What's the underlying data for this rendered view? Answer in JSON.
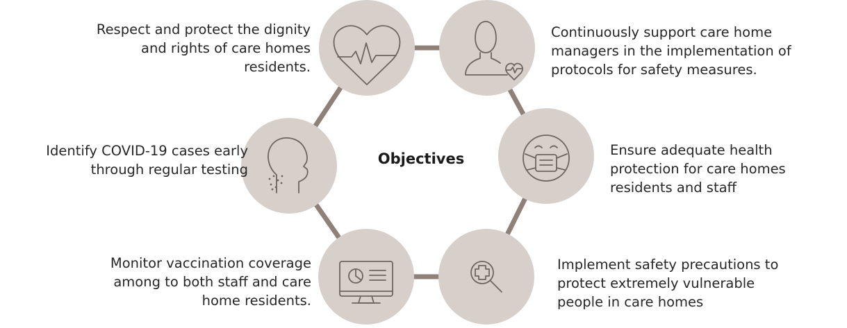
{
  "diagram": {
    "center_label": "Objectives",
    "colors": {
      "node_fill": "#d6cfca",
      "connector": "#8f8078",
      "icon_stroke": "#6e6560",
      "text": "#262626"
    },
    "objectives": [
      {
        "id": "dignity",
        "icon": "heart-pulse-icon",
        "lines": [
          "Respect and protect the dignity",
          "and rights of care homes",
          "residents."
        ]
      },
      {
        "id": "support",
        "icon": "person-heart-icon",
        "lines": [
          "Continuously support care home",
          "managers in the implementation of",
          "protocols for safety measures."
        ]
      },
      {
        "id": "protection",
        "icon": "face-mask-icon",
        "lines": [
          "Ensure adequate health",
          "protection for care homes",
          "residents and staff"
        ]
      },
      {
        "id": "precautions",
        "icon": "magnifier-cross-icon",
        "lines": [
          "Implement safety precautions to",
          "protect extremely vulnerable",
          "people in care homes"
        ]
      },
      {
        "id": "vaccination",
        "icon": "monitor-chart-icon",
        "lines": [
          "Monitor vaccination coverage",
          "among to both staff and care",
          "home residents."
        ]
      },
      {
        "id": "testing",
        "icon": "head-cough-icon",
        "lines": [
          "Identify COVID-19 cases early",
          "through regular testing"
        ]
      }
    ]
  }
}
